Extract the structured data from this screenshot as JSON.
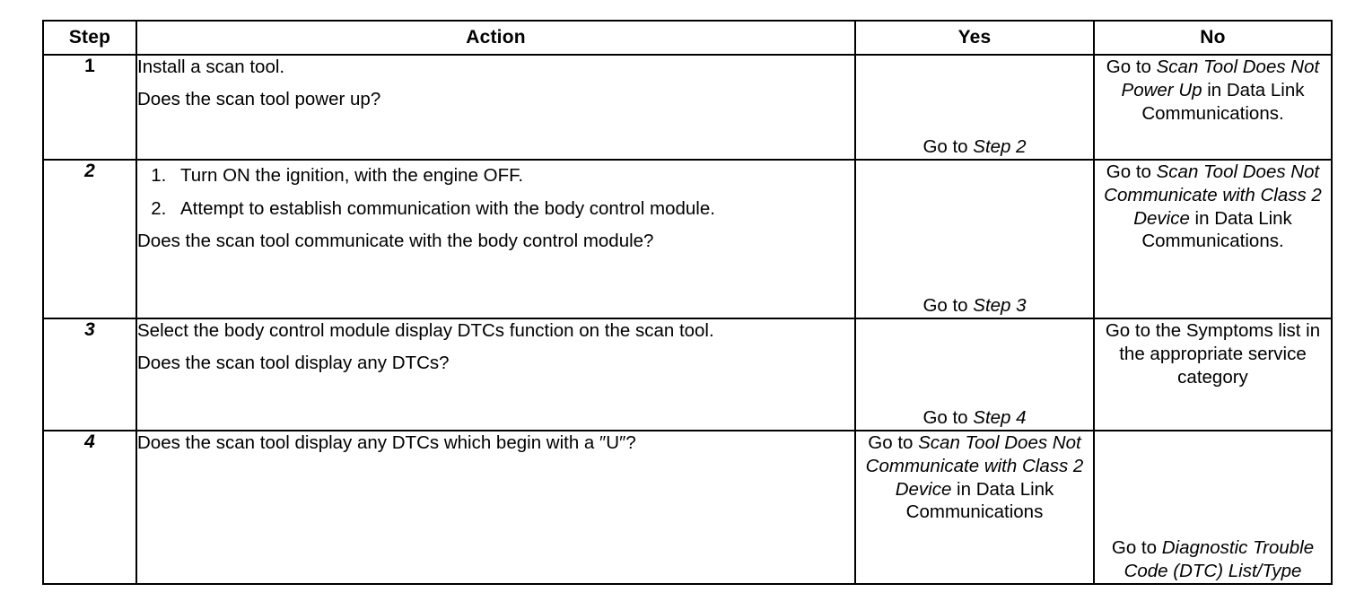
{
  "table": {
    "headers": {
      "step": "Step",
      "action": "Action",
      "yes": "Yes",
      "no": "No"
    },
    "rows": [
      {
        "step": "1",
        "action": {
          "lines": [
            "Install a scan tool.",
            "Does the scan tool power up?"
          ],
          "numbered": []
        },
        "yes": {
          "segments": [
            {
              "text": "Go to ",
              "italic": false
            },
            {
              "text": "Step 2",
              "italic": true
            }
          ],
          "plain": "Go to Step 2"
        },
        "no": {
          "segments": [
            {
              "text": "Go to ",
              "italic": false
            },
            {
              "text": "Scan Tool Does Not Power Up",
              "italic": true
            },
            {
              "text": " in Data Link Communications.",
              "italic": false
            }
          ],
          "plain": "Go to Scan Tool Does Not Power Up in Data Link Communications."
        }
      },
      {
        "step": "2",
        "action": {
          "numbered": [
            "Turn ON the ignition, with the engine OFF.",
            "Attempt to establish communication with the body control module."
          ],
          "lines": [
            "Does the scan tool communicate with the body control module?"
          ]
        },
        "yes": {
          "segments": [
            {
              "text": "Go to ",
              "italic": false
            },
            {
              "text": "Step 3",
              "italic": true
            }
          ],
          "plain": "Go to Step 3"
        },
        "no": {
          "segments": [
            {
              "text": "Go to ",
              "italic": false
            },
            {
              "text": "Scan Tool Does Not Communicate with Class 2 Device",
              "italic": true
            },
            {
              "text": " in Data Link Communications.",
              "italic": false
            }
          ],
          "plain": "Go to Scan Tool Does Not Communicate with Class 2 Device in Data Link Communications."
        }
      },
      {
        "step": "3",
        "action": {
          "lines": [
            "Select the body control module display DTCs function on the scan tool.",
            "Does the scan tool display any DTCs?"
          ],
          "numbered": []
        },
        "yes": {
          "segments": [
            {
              "text": "Go to ",
              "italic": false
            },
            {
              "text": "Step 4",
              "italic": true
            }
          ],
          "plain": "Go to Step 4"
        },
        "no": {
          "segments": [
            {
              "text": "Go to the Symptoms list in the appropriate service category",
              "italic": false
            }
          ],
          "plain": "Go to the Symptoms list in the appropriate service category"
        }
      },
      {
        "step": "4",
        "action": {
          "lines": [
            "Does the scan tool display any DTCs which begin with a ″U″?"
          ],
          "numbered": []
        },
        "yes": {
          "segments": [
            {
              "text": "Go to ",
              "italic": false
            },
            {
              "text": "Scan Tool Does Not Communicate with Class 2 Device",
              "italic": true
            },
            {
              "text": " in Data Link Communications",
              "italic": false
            }
          ],
          "plain": "Go to Scan Tool Does Not Communicate with Class 2 Device in Data Link Communications"
        },
        "no": {
          "segments": [
            {
              "text": "Go to ",
              "italic": false
            },
            {
              "text": "Diagnostic Trouble Code (DTC) List/Type",
              "italic": true
            }
          ],
          "plain": "Go to Diagnostic Trouble Code (DTC) List/Type"
        }
      }
    ]
  }
}
